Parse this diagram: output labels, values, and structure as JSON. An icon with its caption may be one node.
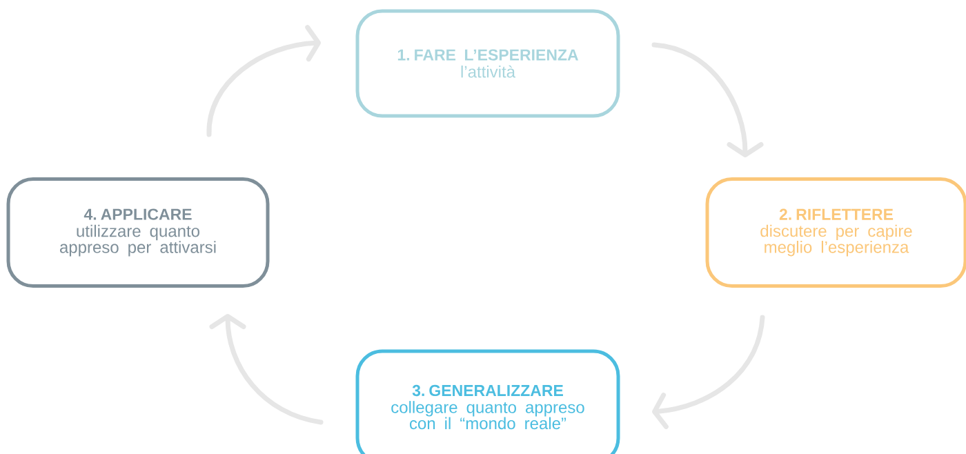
{
  "diagram": {
    "nodes": [
      {
        "text": [
          "1. FARE L’ESPERIENZA",
          "l’attività"
        ]
      },
      {
        "text": [
          "2. RIFLETTERE",
          "discutere per capire meglio l’esperienza"
        ]
      },
      {
        "text": [
          "3. GENERALIZZARE",
          "collegare quanto appreso con il “mondo reale”"
        ]
      },
      {
        "text": [
          "4. APPLICARE",
          "utilizzare quanto appreso per attivarsi"
        ]
      }
    ],
    "edges": [
      {
        "from": 0,
        "to": 1,
        "arrow": "to"
      },
      {
        "from": 1,
        "to": 2,
        "arrow": "to"
      },
      {
        "from": 2,
        "to": 3,
        "arrow": "to"
      },
      {
        "from": 3,
        "to": 0,
        "arrow": "to"
      }
    ]
  }
}
